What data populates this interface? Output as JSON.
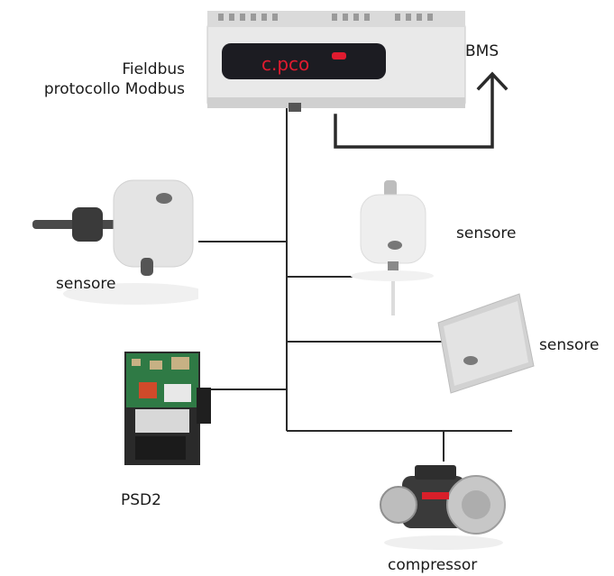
{
  "labels": {
    "fieldbus_line1": "Fieldbus",
    "fieldbus_line2": "protocollo Modbus",
    "bms": "BMS",
    "controller_logo": "c.pco",
    "sensor_left": "sensore",
    "sensor_mid": "sensore",
    "sensor_right": "sensore",
    "psd2": "PSD2",
    "compressor": "compressor"
  },
  "colors": {
    "line": "#2a2a2a",
    "device_grey": "#e6e6e6",
    "controller_panel": "#1c1c22",
    "logo_red": "#e01b2f",
    "board_green": "#2f7a45"
  }
}
